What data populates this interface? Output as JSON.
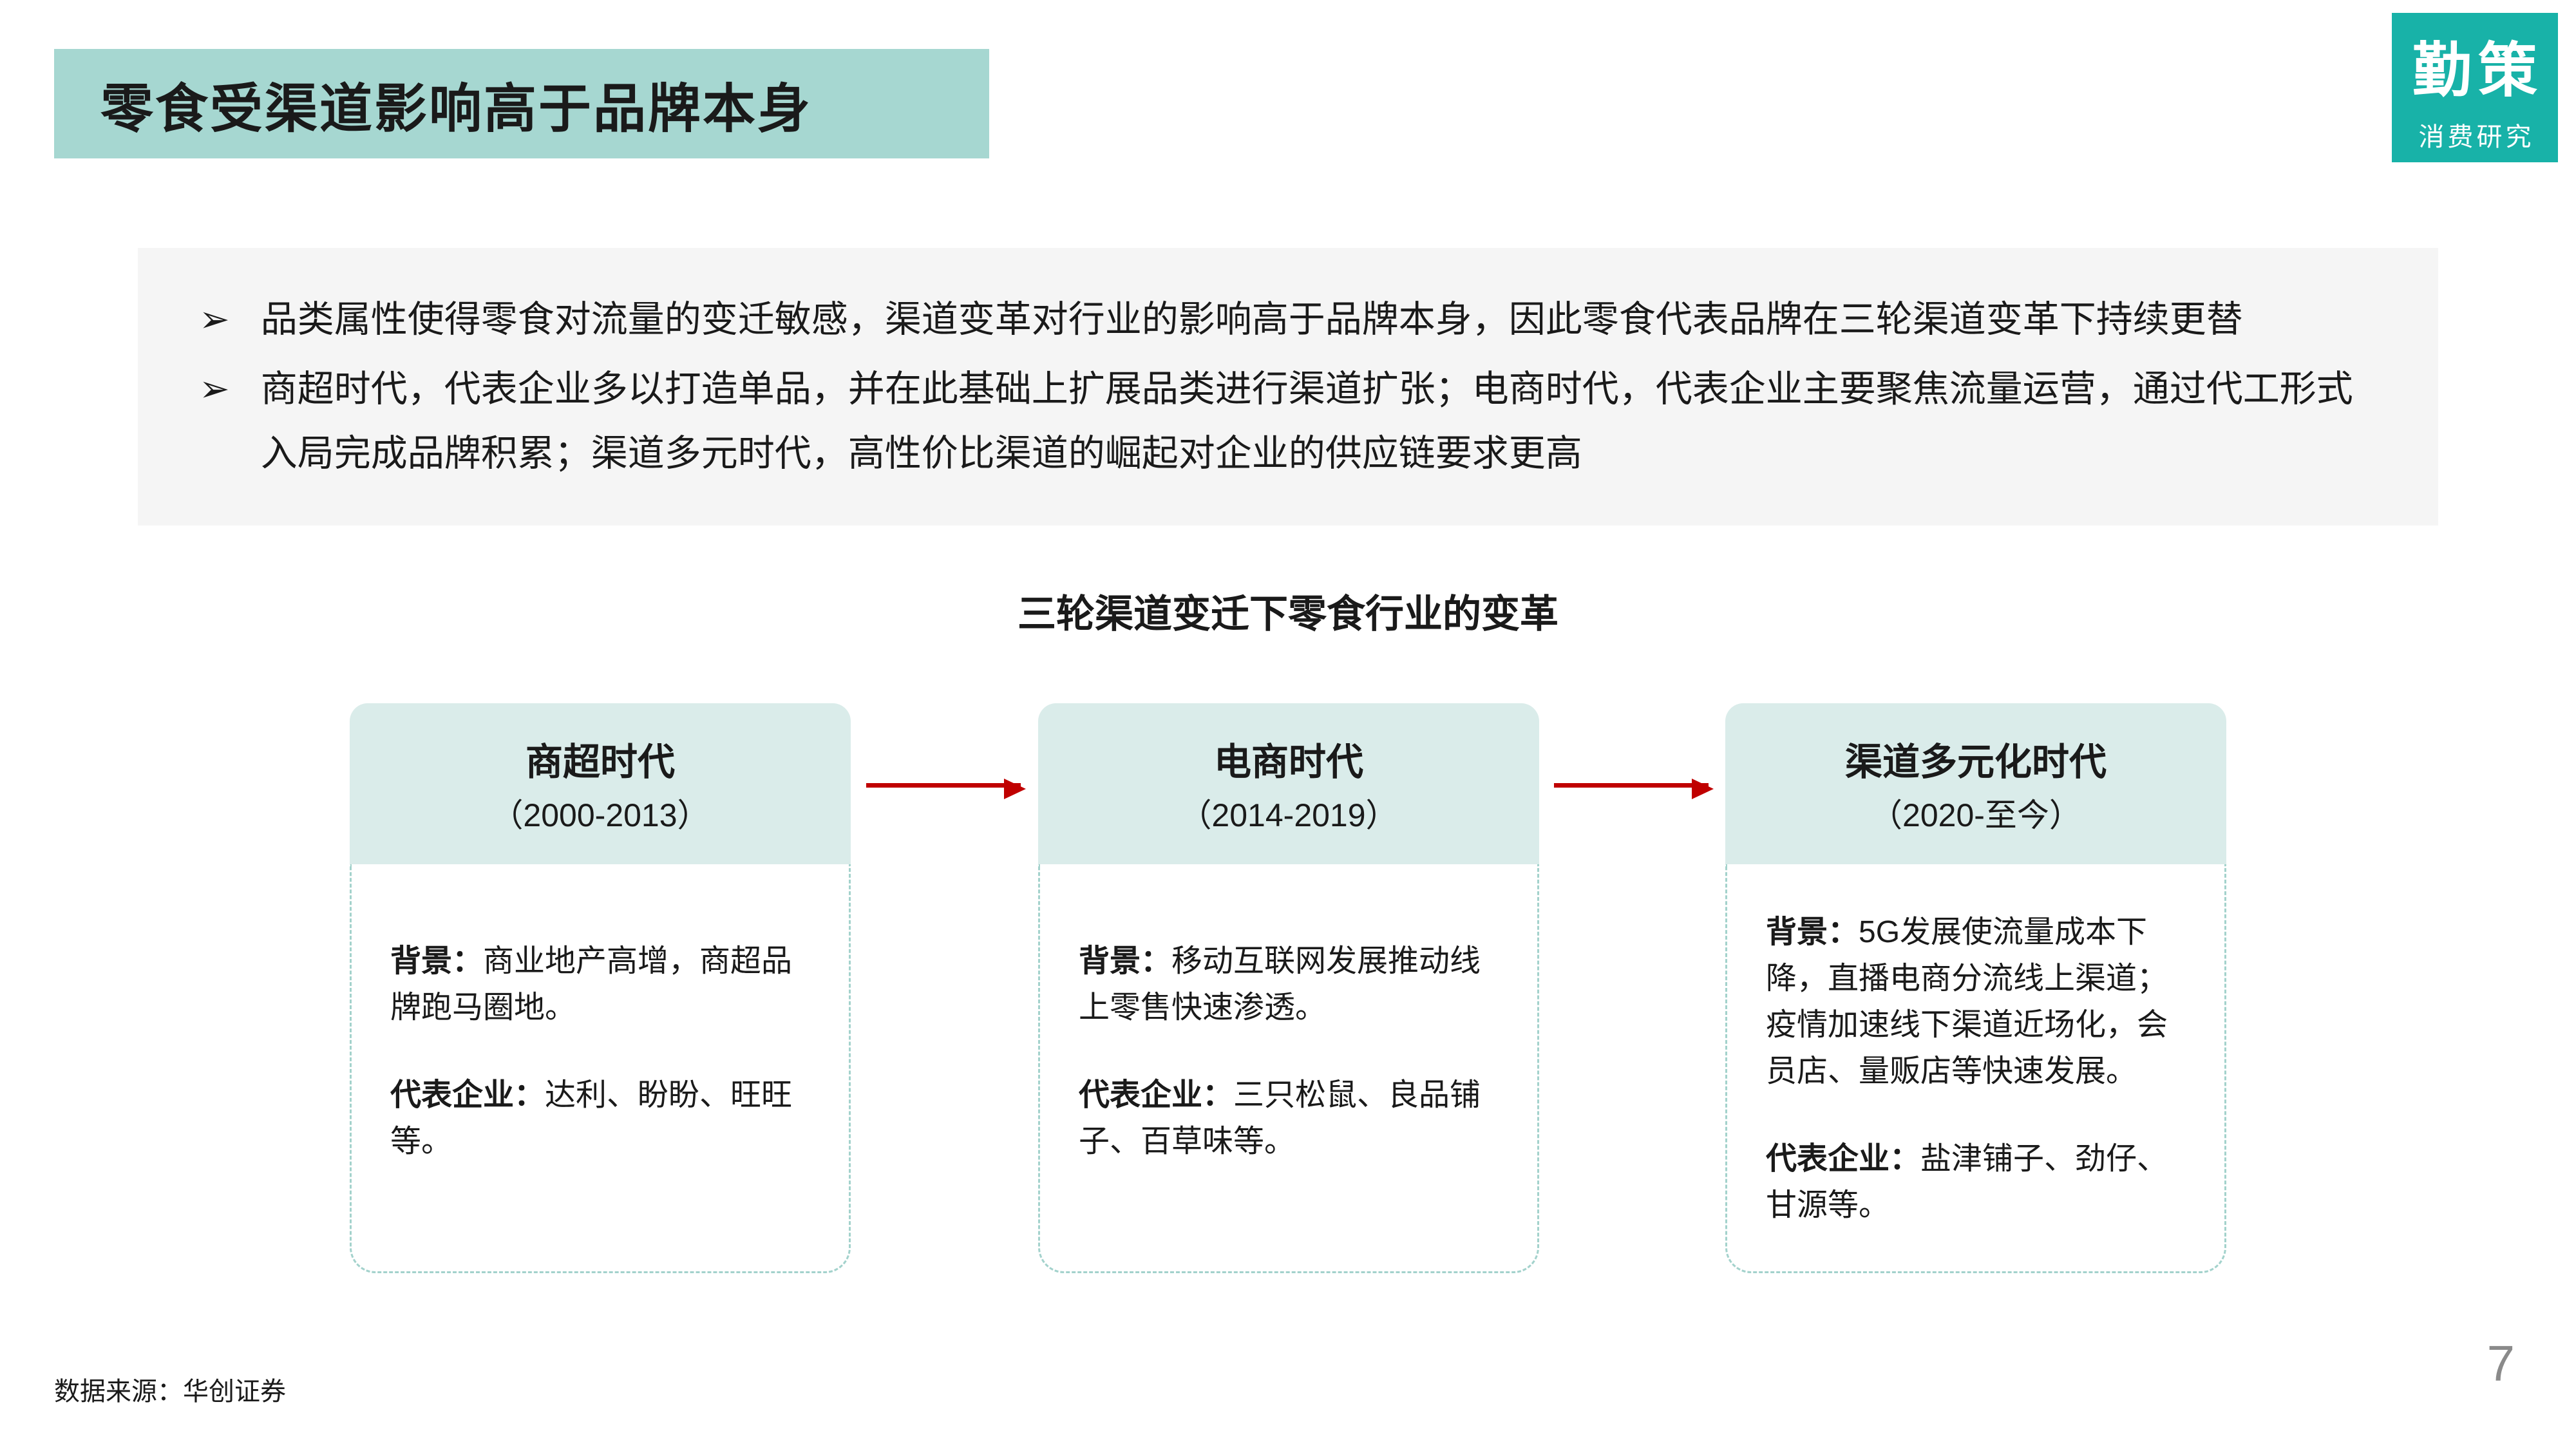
{
  "page": {
    "title": "零食受渠道影响高于品牌本身",
    "source_note": "数据来源：华创证券",
    "page_number": "7"
  },
  "logo": {
    "name": "勤策",
    "subtitle": "消费研究"
  },
  "summary": {
    "marker": "➢",
    "bullets": [
      "品类属性使得零食对流量的变迁敏感，渠道变革对行业的影响高于品牌本身，因此零食代表品牌在三轮渠道变革下持续更替",
      "商超时代，代表企业多以打造单品，并在此基础上扩展品类进行渠道扩张；电商时代，代表企业主要聚焦流量运营，通过代工形式入局完成品牌积累；渠道多元时代，高性价比渠道的崛起对企业的供应链要求更高"
    ]
  },
  "diagram": {
    "title": "三轮渠道变迁下零食行业的变革",
    "stages": [
      {
        "name": "商超时代",
        "period": "（2000-2013）",
        "background_label": "背景：",
        "background": "商业地产高增，商超品牌跑马圈地。",
        "companies_label": "代表企业：",
        "companies": "达利、盼盼、旺旺等。"
      },
      {
        "name": "电商时代",
        "period": "（2014-2019）",
        "background_label": "背景：",
        "background": "移动互联网发展推动线上零售快速渗透。",
        "companies_label": "代表企业：",
        "companies": "三只松鼠、良品铺子、百草味等。"
      },
      {
        "name": "渠道多元化时代",
        "period": "（2020-至今）",
        "background_label": "背景：",
        "background": "5G发展使流量成本下降，直播电商分流线上渠道；\n疫情加速线下渠道近场化，会员店、量贩店等快速发展。",
        "companies_label": "代表企业：",
        "companies": "盐津铺子、劲仔、甘源等。"
      }
    ]
  },
  "colors": {
    "accent_teal": "#18b2a8",
    "title_bg": "#a6d7d1",
    "card_header_bg": "#daecea",
    "card_border_dashed": "#a3d2cc",
    "arrow_red": "#c00000",
    "summary_bg": "#f5f5f5",
    "page_number_gray": "#8a8a8a"
  }
}
